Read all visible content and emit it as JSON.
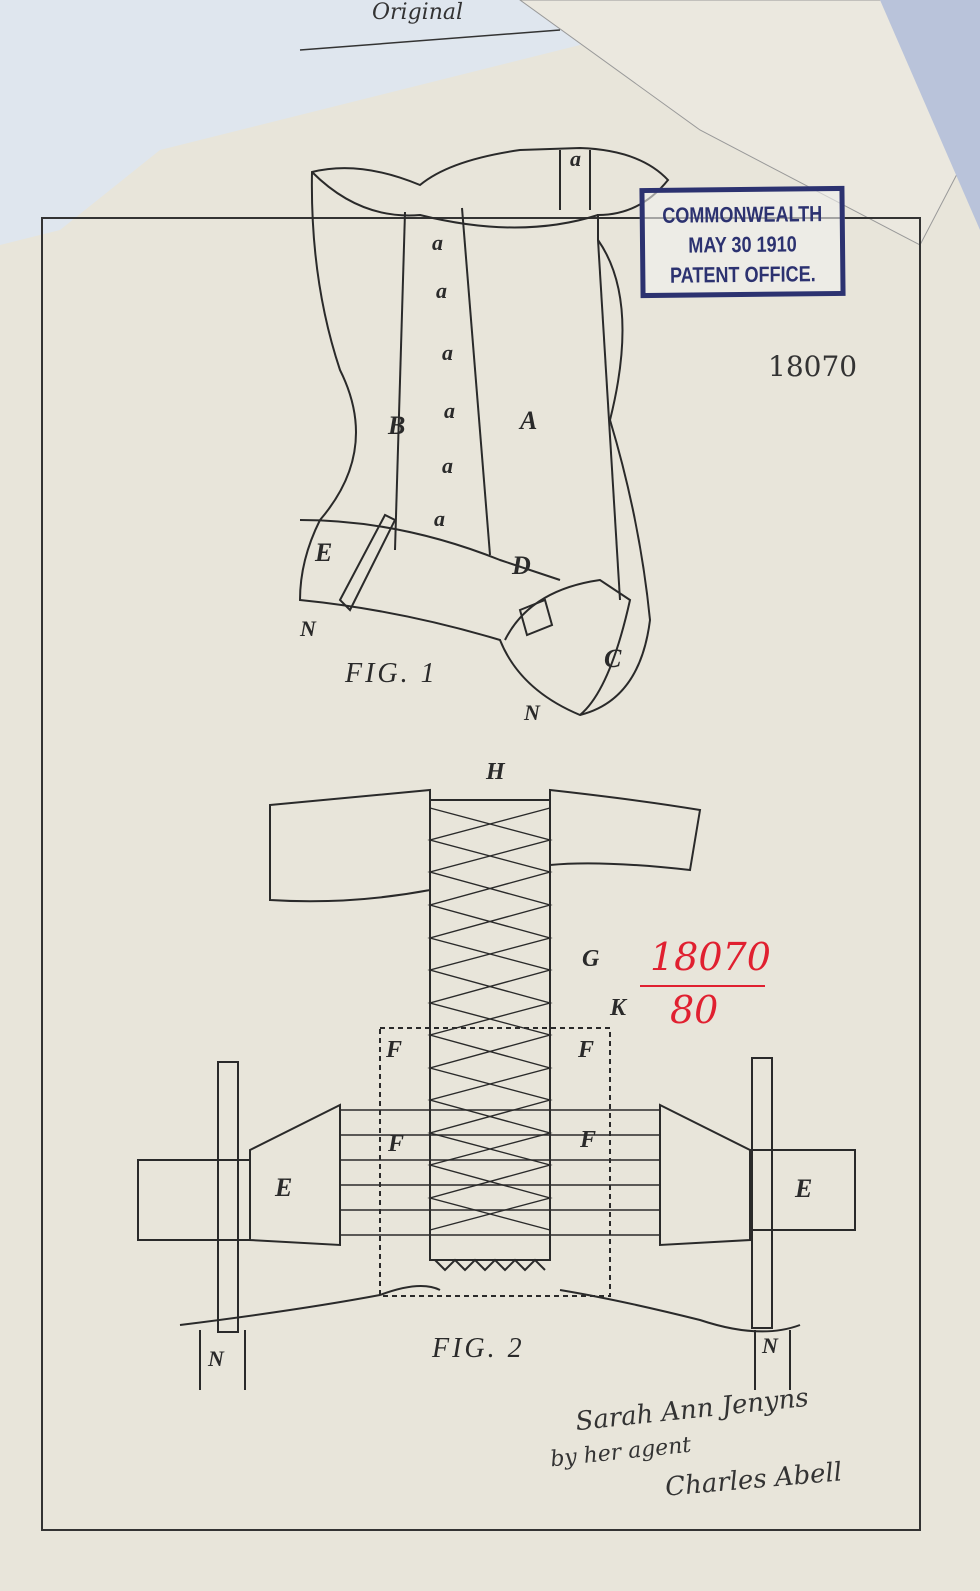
{
  "header": {
    "handwritten_title": "Original"
  },
  "stamp": {
    "line1": "COMMONWEALTH",
    "line2": "MAY 30 1910",
    "line3": "PATENT OFFICE."
  },
  "patent_number": "18070",
  "red_annotation": {
    "numerator": "18070",
    "denominator": "80"
  },
  "figure1": {
    "caption": "FIG. 1",
    "labels": [
      "a",
      "a",
      "a",
      "a",
      "a",
      "a",
      "a",
      "A",
      "B",
      "C",
      "D",
      "E",
      "N",
      "N"
    ]
  },
  "figure2": {
    "caption": "FIG. 2",
    "labels": [
      "H",
      "G",
      "K",
      "F",
      "F",
      "F",
      "F",
      "E",
      "E",
      "N",
      "N"
    ]
  },
  "signature": {
    "name": "Sarah Ann Jenyns",
    "agent_line": "by her agent",
    "agent_name": "Charles Abell"
  },
  "colors": {
    "paper": "#e8e5da",
    "ink": "#2a2a2a",
    "stamp": "#2c3270",
    "red_ink": "#e02030"
  }
}
